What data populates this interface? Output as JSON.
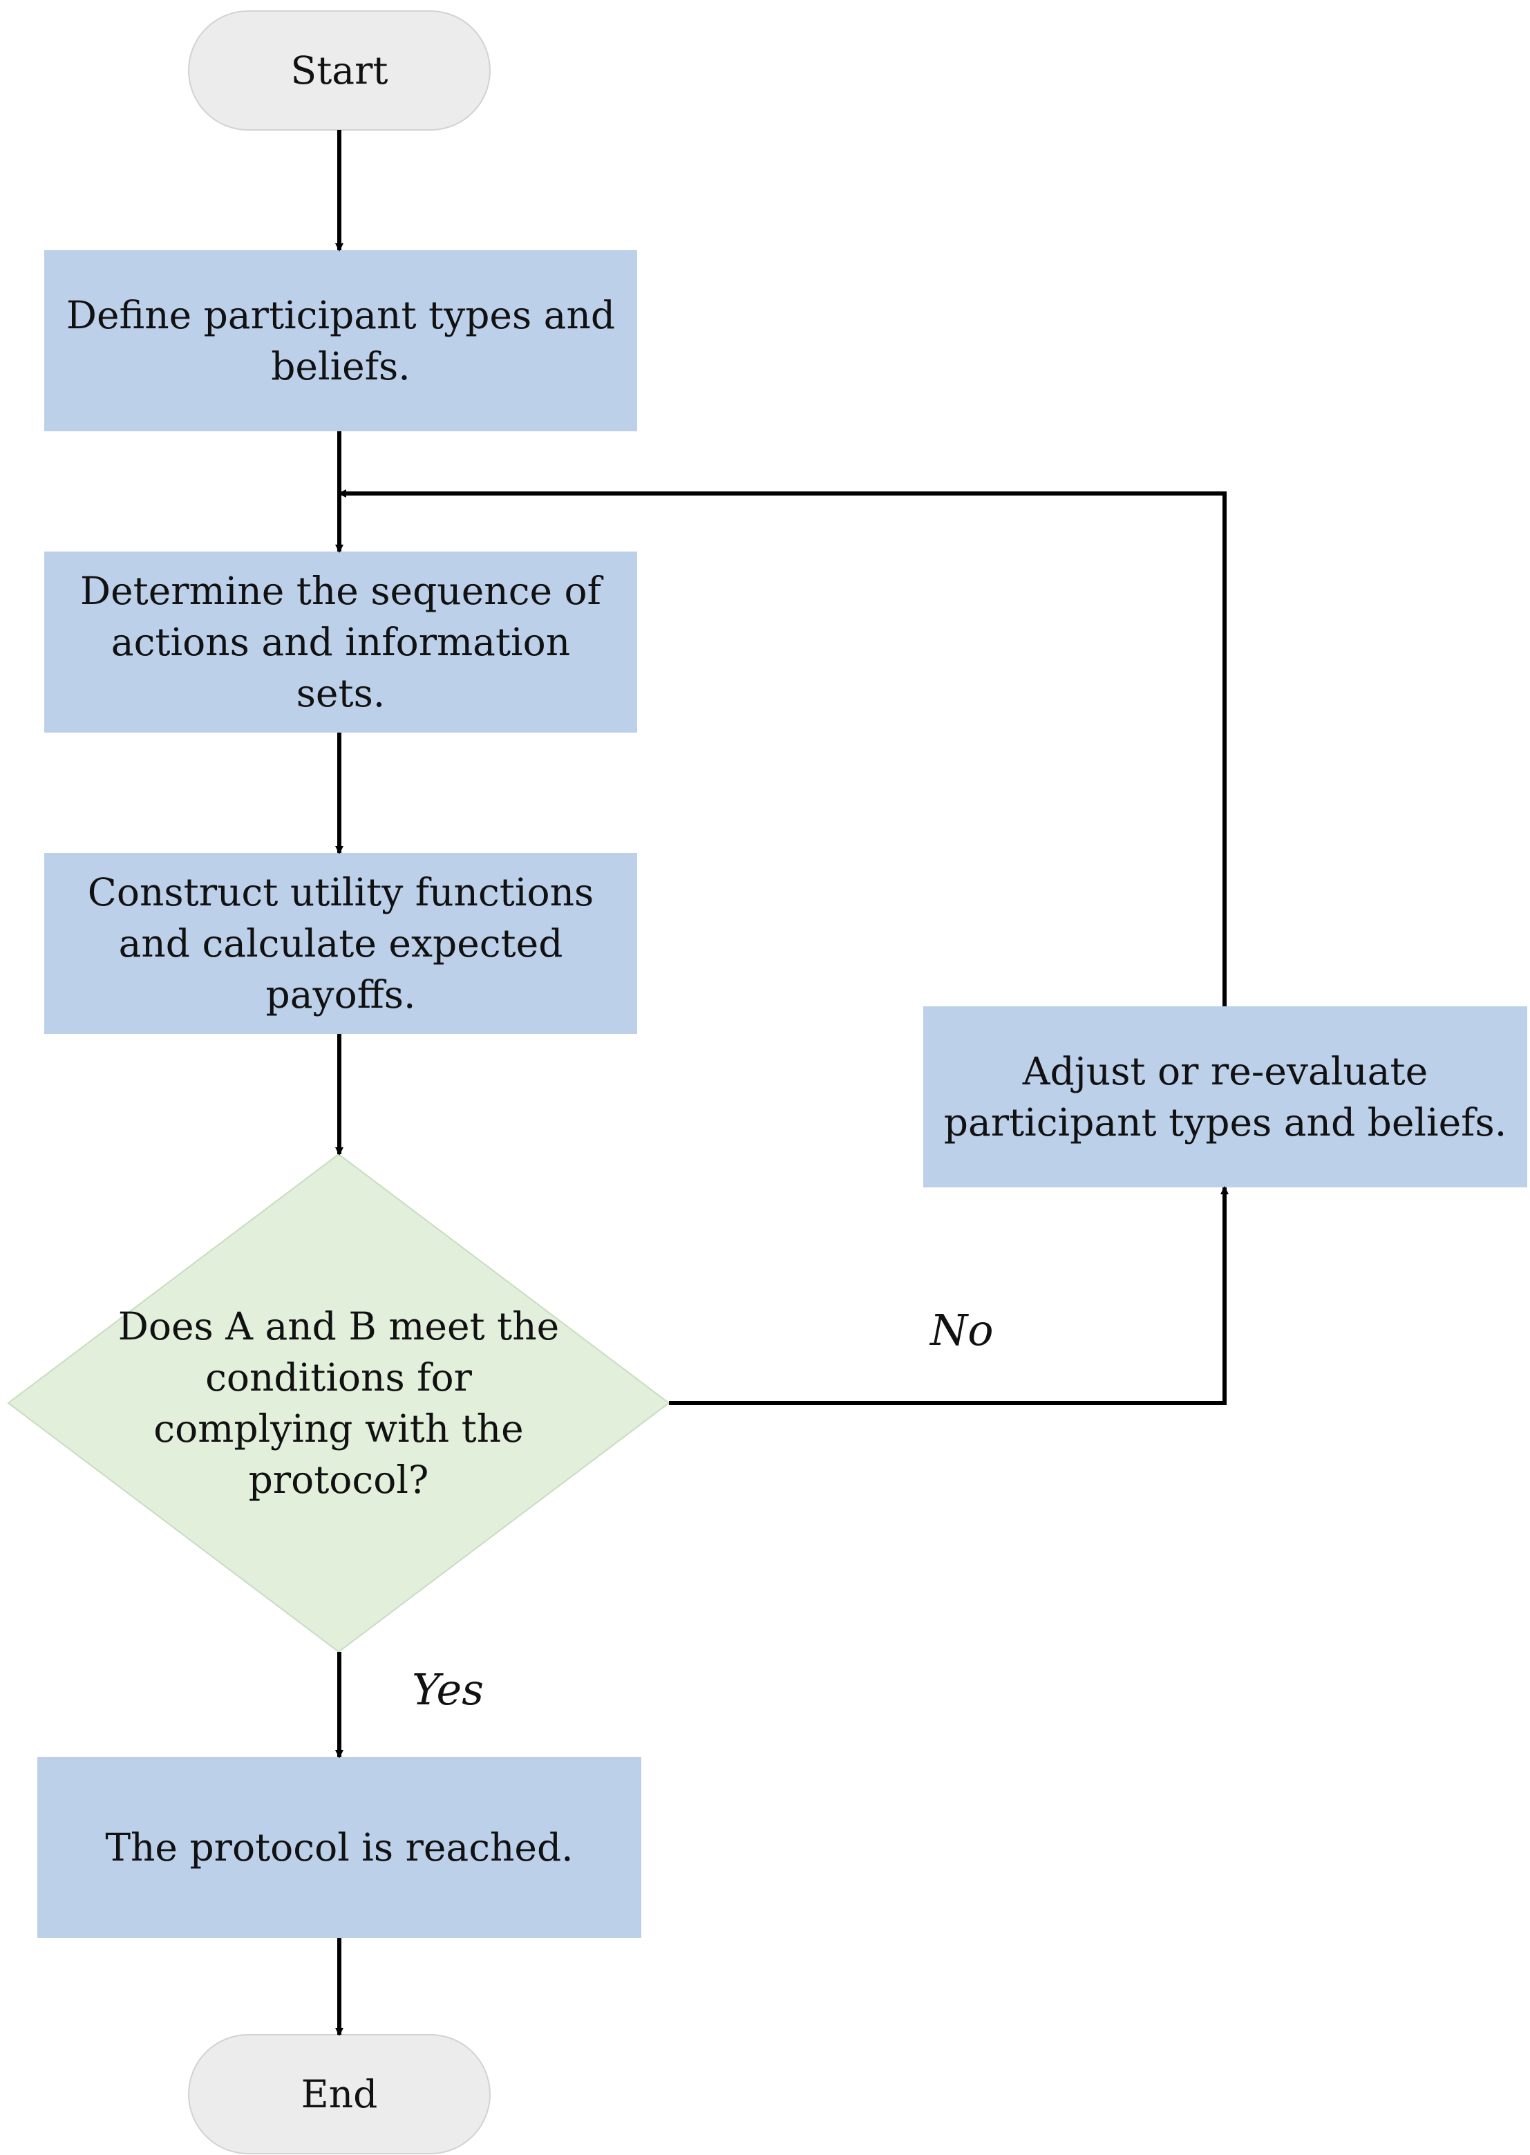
{
  "diagram": {
    "nodes": {
      "start": {
        "label": "Start"
      },
      "define": {
        "label": "Define participant types and beliefs."
      },
      "determine": {
        "label": "Determine the sequence of actions and information sets."
      },
      "construct": {
        "label": "Construct utility functions and calculate expected payoffs."
      },
      "decision": {
        "label": "Does A and B meet the conditions for complying with the protocol?"
      },
      "adjust": {
        "label": "Adjust or re-evaluate participant types and beliefs."
      },
      "reached": {
        "label": "The protocol is reached."
      },
      "end": {
        "label": "End"
      }
    },
    "edges": {
      "yes_label": "Yes",
      "no_label": "No"
    },
    "colors": {
      "process_fill": "#bdd0e9",
      "decision_fill": "#e2efdb",
      "terminal_fill": "#ececec",
      "line": "#000000"
    }
  }
}
